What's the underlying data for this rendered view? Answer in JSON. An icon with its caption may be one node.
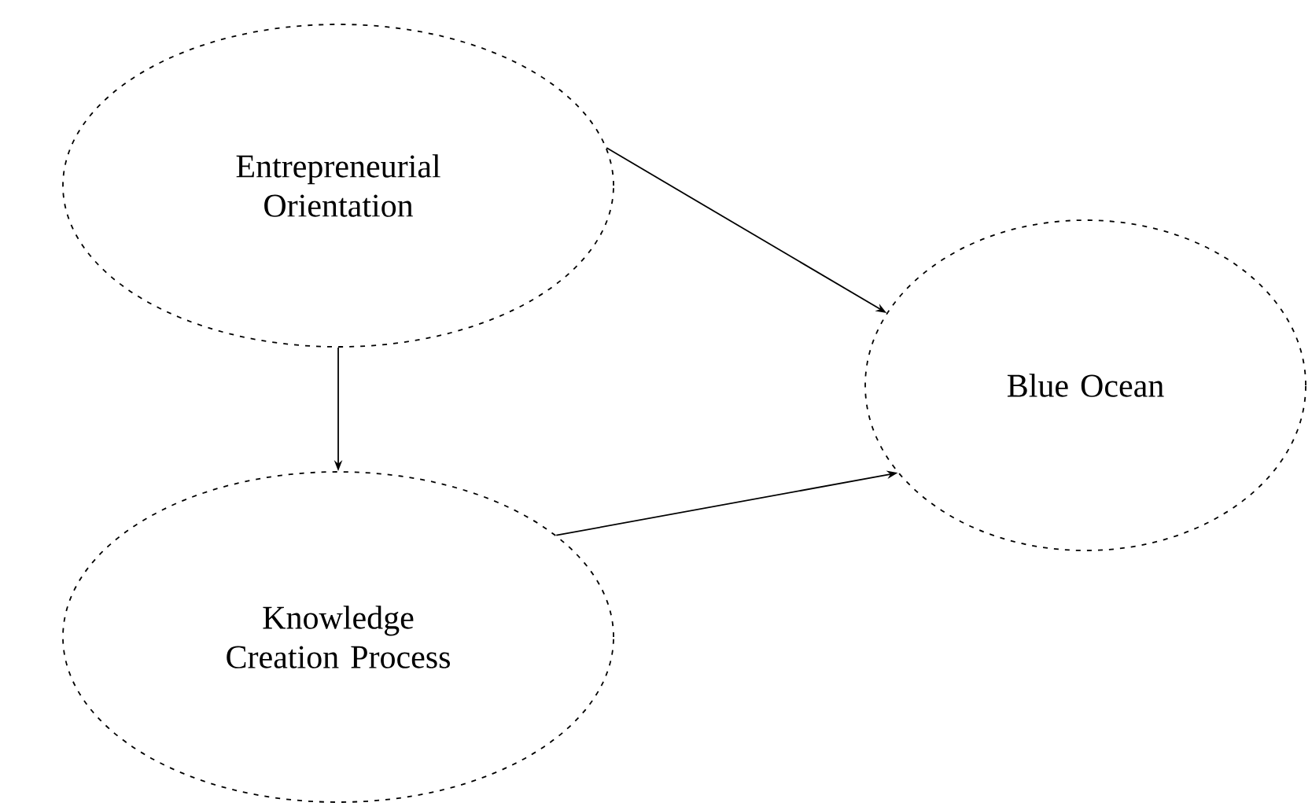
{
  "diagram": {
    "nodes": [
      {
        "text": [
          "Entrepreneurial Orientation"
        ]
      },
      {
        "text": [
          "Knowledge Creation Process"
        ]
      },
      {
        "text": [
          "Blue Ocean"
        ]
      }
    ],
    "edges": [
      {
        "from": 0,
        "to": 1,
        "arrow": "to"
      },
      {
        "from": 0,
        "to": 2,
        "arrow": "to"
      },
      {
        "from": 1,
        "to": 2,
        "arrow": "to"
      }
    ]
  }
}
